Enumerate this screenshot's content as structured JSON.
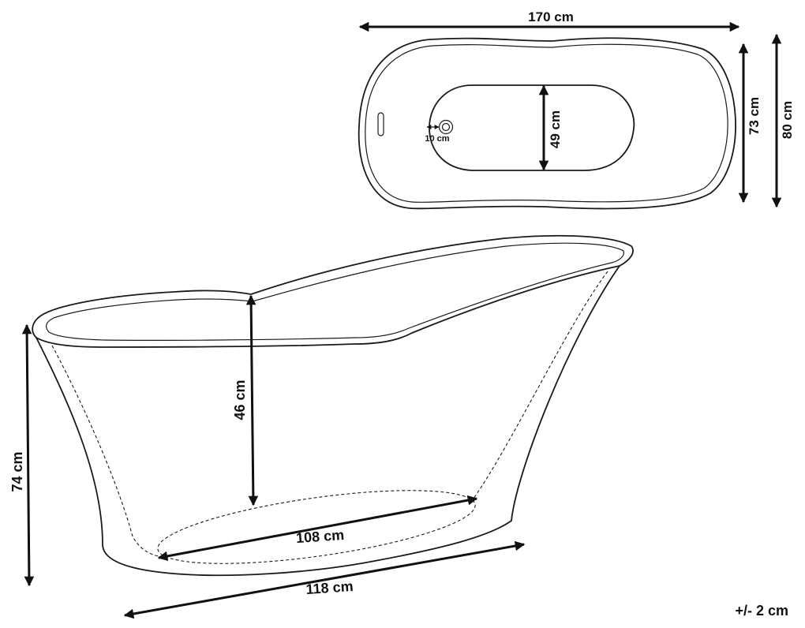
{
  "top_view": {
    "overall_length": "170 cm",
    "inner_width": "49 cm",
    "drain_offset": "10 cm",
    "rim_width": "73 cm",
    "overall_width": "80 cm"
  },
  "side_view": {
    "depth": "46 cm",
    "height": "74 cm",
    "base_inner_length": "108 cm",
    "base_length": "118 cm"
  },
  "tolerance": "+/- 2 cm",
  "colors": {
    "line": "#1a1a1a",
    "background": "#ffffff"
  }
}
